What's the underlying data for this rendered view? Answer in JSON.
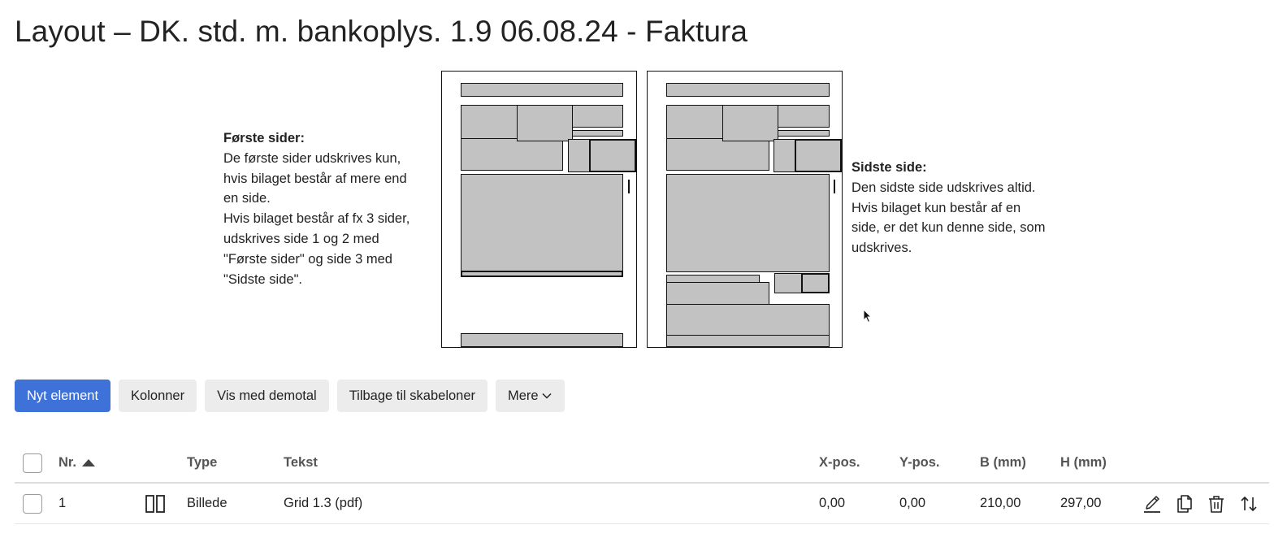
{
  "page": {
    "title": "Layout – DK. std. m. bankoplys. 1.9 06.08.24 - Faktura"
  },
  "first_pages": {
    "heading": "Første sider:",
    "lines": [
      "De første sider udskrives kun,",
      "hvis bilaget består af mere end",
      "en side.",
      "Hvis bilaget består af fx 3 sider,",
      "udskrives side 1 og 2 med",
      "\"Første sider\" og side 3 med",
      "\"Sidste side\"."
    ]
  },
  "last_page": {
    "heading": "Sidste side:",
    "lines": [
      "Den sidste side udskrives altid.",
      "Hvis bilaget kun består af en",
      "side, er det kun denne side, som",
      "udskrives."
    ]
  },
  "preview": {
    "page_fill_color": "#c2c2c2",
    "page_border_color": "#111111"
  },
  "toolbar": {
    "new_element": "Nyt element",
    "columns": "Kolonner",
    "show_demo": "Vis med demotal",
    "back_to_templates": "Tilbage til skabeloner",
    "more": "Mere",
    "primary_color": "#3f72d8"
  },
  "table": {
    "headers": {
      "nr": "Nr.",
      "type": "Type",
      "text": "Tekst",
      "x_pos": "X-pos.",
      "y_pos": "Y-pos.",
      "width": "B (mm)",
      "height": "H (mm)"
    },
    "sort": {
      "column": "nr",
      "direction": "ascending"
    },
    "rows": [
      {
        "nr": "1",
        "type_icon": "image-columns-icon",
        "type": "Billede",
        "text": "Grid 1.3 (pdf)",
        "x_pos": "0,00",
        "y_pos": "0,00",
        "width": "210,00",
        "height": "297,00",
        "actions": [
          "edit-icon",
          "copy-icon",
          "delete-icon",
          "reorder-icon"
        ]
      }
    ]
  }
}
